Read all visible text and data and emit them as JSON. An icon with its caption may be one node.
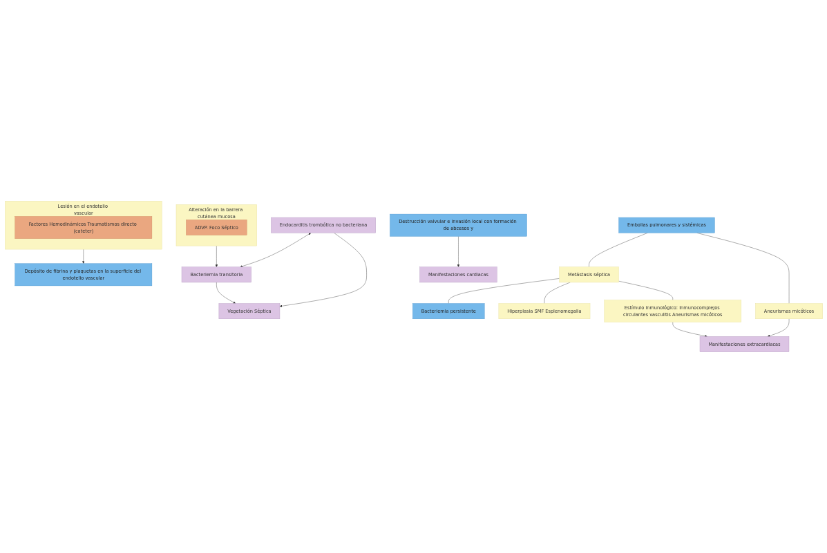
{
  "diagram": {
    "nodes": [
      {
        "text": [
          "Lesión en el endotelio vascular"
        ]
      },
      {
        "text": [
          "Factores Hemodinámicos Traumatismos directo (cateter)"
        ],
        "in": 0
      },
      {
        "text": [
          "Alteración en la barrera cutánea mucosa"
        ]
      },
      {
        "text": [
          "ADVP. Foco Séptico"
        ],
        "in": 2
      },
      {
        "text": [
          "Depósito de fibrina y plaquetas en la superficie del endotelio vascular"
        ]
      },
      {
        "text": [
          "Endocarditis trombótica no bacteriana"
        ]
      },
      {
        "text": [
          "Bacteriemia transitoria"
        ]
      },
      {
        "text": [
          "Vegetación Séptica"
        ]
      },
      {
        "text": [
          "Destrucción valvular e invasión local con formación de abcesos y"
        ]
      },
      {
        "text": [
          "Embolias pulmonares y sistémicas"
        ]
      },
      {
        "text": [
          "Bacteriemia persistente"
        ]
      },
      {
        "text": [
          "Metástasis séptica"
        ]
      },
      {
        "text": [
          "Hiperplasia SMF Esplenomegalia"
        ]
      },
      {
        "text": [
          "Aneurismas micóticos"
        ]
      },
      {
        "text": [
          "Estímulo inmunológico: Inmunocomplejos circulantes vasculitis Aneurismas micóticos"
        ]
      },
      {
        "text": [
          "Manifestaciones cardiacas"
        ]
      },
      {
        "text": [
          "Manifestaciones extracardiacas"
        ]
      }
    ],
    "edges": [
      {
        "from": 0,
        "to": 4,
        "arrow": "to"
      },
      {
        "from": 2,
        "to": 6,
        "arrow": "to"
      },
      {
        "from": 5,
        "to": 6,
        "arrow": "both"
      },
      {
        "from": 5,
        "to": 7,
        "arrow": "to"
      },
      {
        "from": 6,
        "to": 7,
        "arrow": "to"
      },
      {
        "from": 9,
        "to": 11,
        "arrow": "none"
      },
      {
        "from": 9,
        "to": 13,
        "arrow": "none"
      },
      {
        "from": 11,
        "to": 10,
        "arrow": "none"
      },
      {
        "from": 11,
        "to": 12,
        "arrow": "none"
      },
      {
        "from": 11,
        "to": 14,
        "arrow": "none"
      },
      {
        "from": 8,
        "to": 15,
        "arrow": "to"
      },
      {
        "from": 13,
        "to": 16,
        "arrow": "to"
      },
      {
        "from": 14,
        "to": 16,
        "arrow": "to"
      }
    ]
  }
}
